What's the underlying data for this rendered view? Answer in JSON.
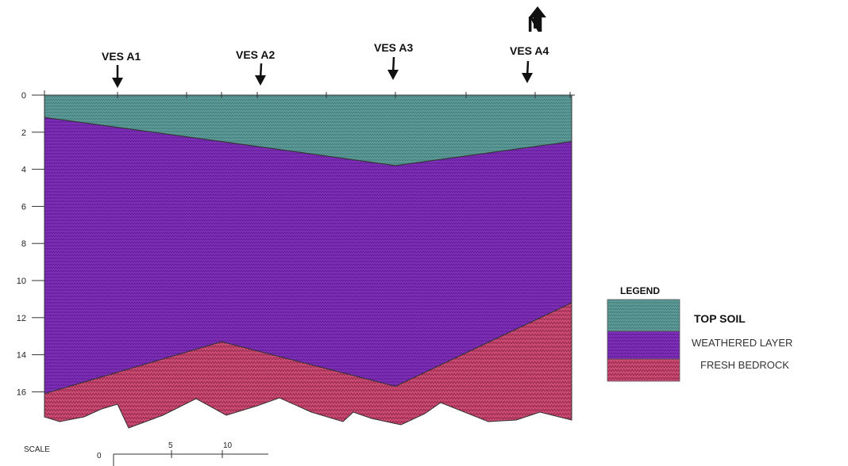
{
  "north_arrow": {
    "label": "N",
    "icon": "north-arrow-icon"
  },
  "ves_stations": [
    {
      "label": "VES A1"
    },
    {
      "label": "VES A2"
    },
    {
      "label": "VES A3"
    },
    {
      "label": "VES A4"
    }
  ],
  "depth_axis": {
    "ticks": [
      "0",
      "2",
      "4",
      "6",
      "8",
      "10",
      "12",
      "14",
      "16"
    ],
    "range": [
      0,
      16
    ]
  },
  "layers": [
    {
      "name": "TOP SOIL",
      "color": "#5e9a98",
      "base_depths": [
        1.2,
        2.5,
        3.8,
        2.5
      ]
    },
    {
      "name": "WEATHERED LAYER",
      "color": "#7f2fb8",
      "base_depths": [
        16.1,
        13.3,
        15.7,
        11.2
      ]
    },
    {
      "name": "FRESH BEDROCK",
      "color": "#cc4c73",
      "top_depths": [
        16.1,
        13.3,
        15.7,
        11.2
      ]
    }
  ],
  "legend": {
    "title": "LEGEND",
    "items": [
      {
        "label": "TOP SOIL",
        "color": "#5e9a98"
      },
      {
        "label": "WEATHERED LAYER",
        "color": "#7f2fb8"
      },
      {
        "label": "FRESH BEDROCK",
        "color": "#cc4c73"
      }
    ]
  },
  "scale_bar": {
    "label": "SCALE",
    "ticks": [
      "0",
      "5",
      "10"
    ]
  }
}
